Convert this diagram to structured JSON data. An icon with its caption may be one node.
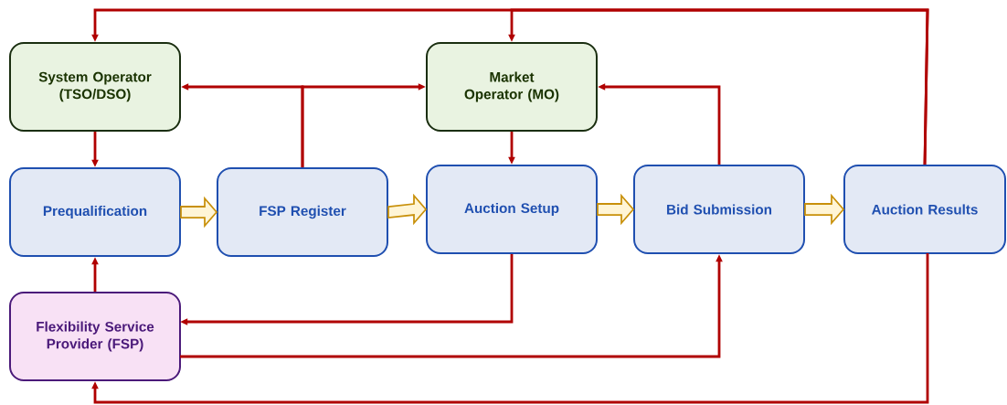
{
  "diagram": {
    "nodes": [
      {
        "text": [
          "System Operator (TSO/DSO)"
        ]
      },
      {
        "text": [
          "Market Operator (MO)"
        ]
      },
      {
        "text": [
          "Prequalification"
        ]
      },
      {
        "text": [
          "FSP Register"
        ]
      },
      {
        "text": [
          "Auction Setup"
        ]
      },
      {
        "text": [
          "Bid Submission"
        ]
      },
      {
        "text": [
          "Auction Results"
        ]
      },
      {
        "text": [
          "Flexibility Service Provider (FSP)"
        ]
      }
    ],
    "edges": [
      {
        "from": 0,
        "to": 2,
        "arrow": "to"
      },
      {
        "from": 1,
        "to": 4,
        "arrow": "to"
      },
      {
        "from": 3,
        "to": 0,
        "arrow": "to"
      },
      {
        "from": 3,
        "to": 1,
        "arrow": "to"
      },
      {
        "from": 5,
        "to": 1,
        "arrow": "to"
      },
      {
        "from": 6,
        "to": 0,
        "arrow": "to"
      },
      {
        "from": 6,
        "to": 1,
        "arrow": "to"
      },
      {
        "from": 2,
        "to": 3,
        "arrow": "to",
        "style": "thick",
        "color": "#c8900a"
      },
      {
        "from": 3,
        "to": 4,
        "arrow": "to",
        "style": "thick",
        "color": "#c8900a"
      },
      {
        "from": 4,
        "to": 5,
        "arrow": "to",
        "style": "thick",
        "color": "#c8900a"
      },
      {
        "from": 5,
        "to": 6,
        "arrow": "to",
        "style": "thick",
        "color": "#c8900a"
      },
      {
        "from": 7,
        "to": 2,
        "arrow": "to"
      },
      {
        "from": 4,
        "to": 7,
        "arrow": "to"
      },
      {
        "from": 7,
        "to": 5,
        "arrow": "to"
      },
      {
        "from": 6,
        "to": 7,
        "arrow": "to"
      }
    ]
  }
}
